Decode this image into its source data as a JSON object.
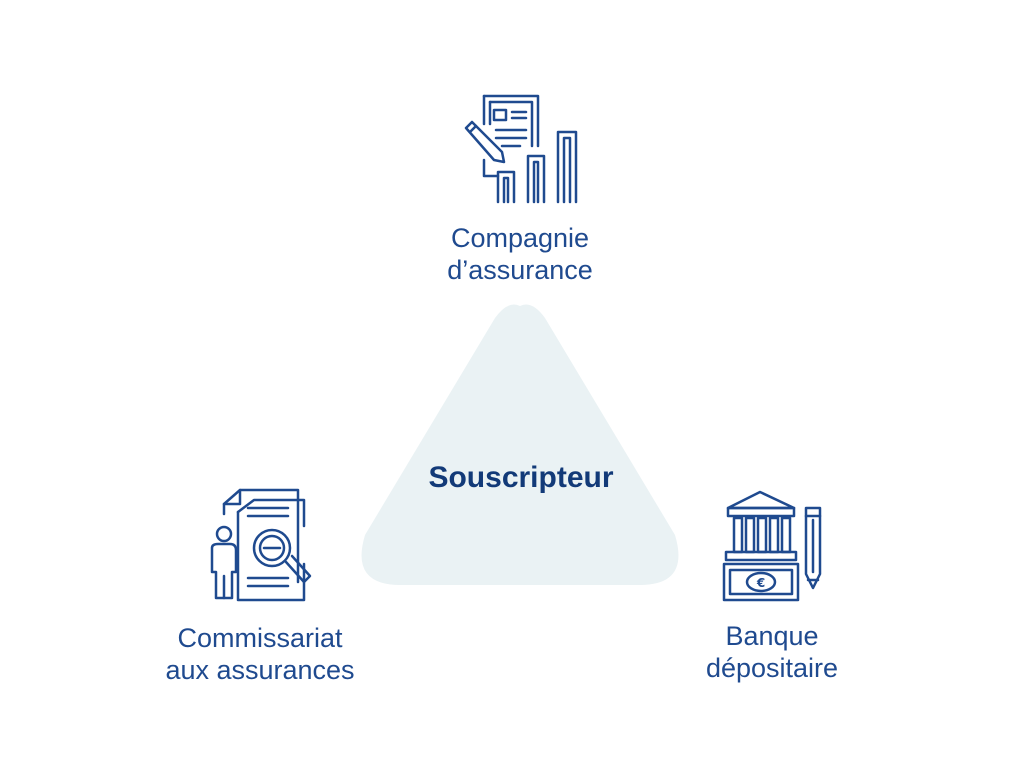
{
  "colors": {
    "icon_stroke": "#1f4a8f",
    "label_text": "#1f4a8f",
    "center_text": "#123a78",
    "triangle_fill": "#eaf2f4"
  },
  "center": {
    "label": "Souscripteur"
  },
  "nodes": {
    "top": {
      "icon": "document-chart-icon",
      "line1": "Compagnie",
      "line2": "d’assurance"
    },
    "left": {
      "icon": "person-document-magnifier-icon",
      "line1": "Commissariat",
      "line2": "aux assurances"
    },
    "right": {
      "icon": "bank-banknote-pen-icon",
      "line1": "Banque",
      "line2": "dépositaire"
    }
  }
}
